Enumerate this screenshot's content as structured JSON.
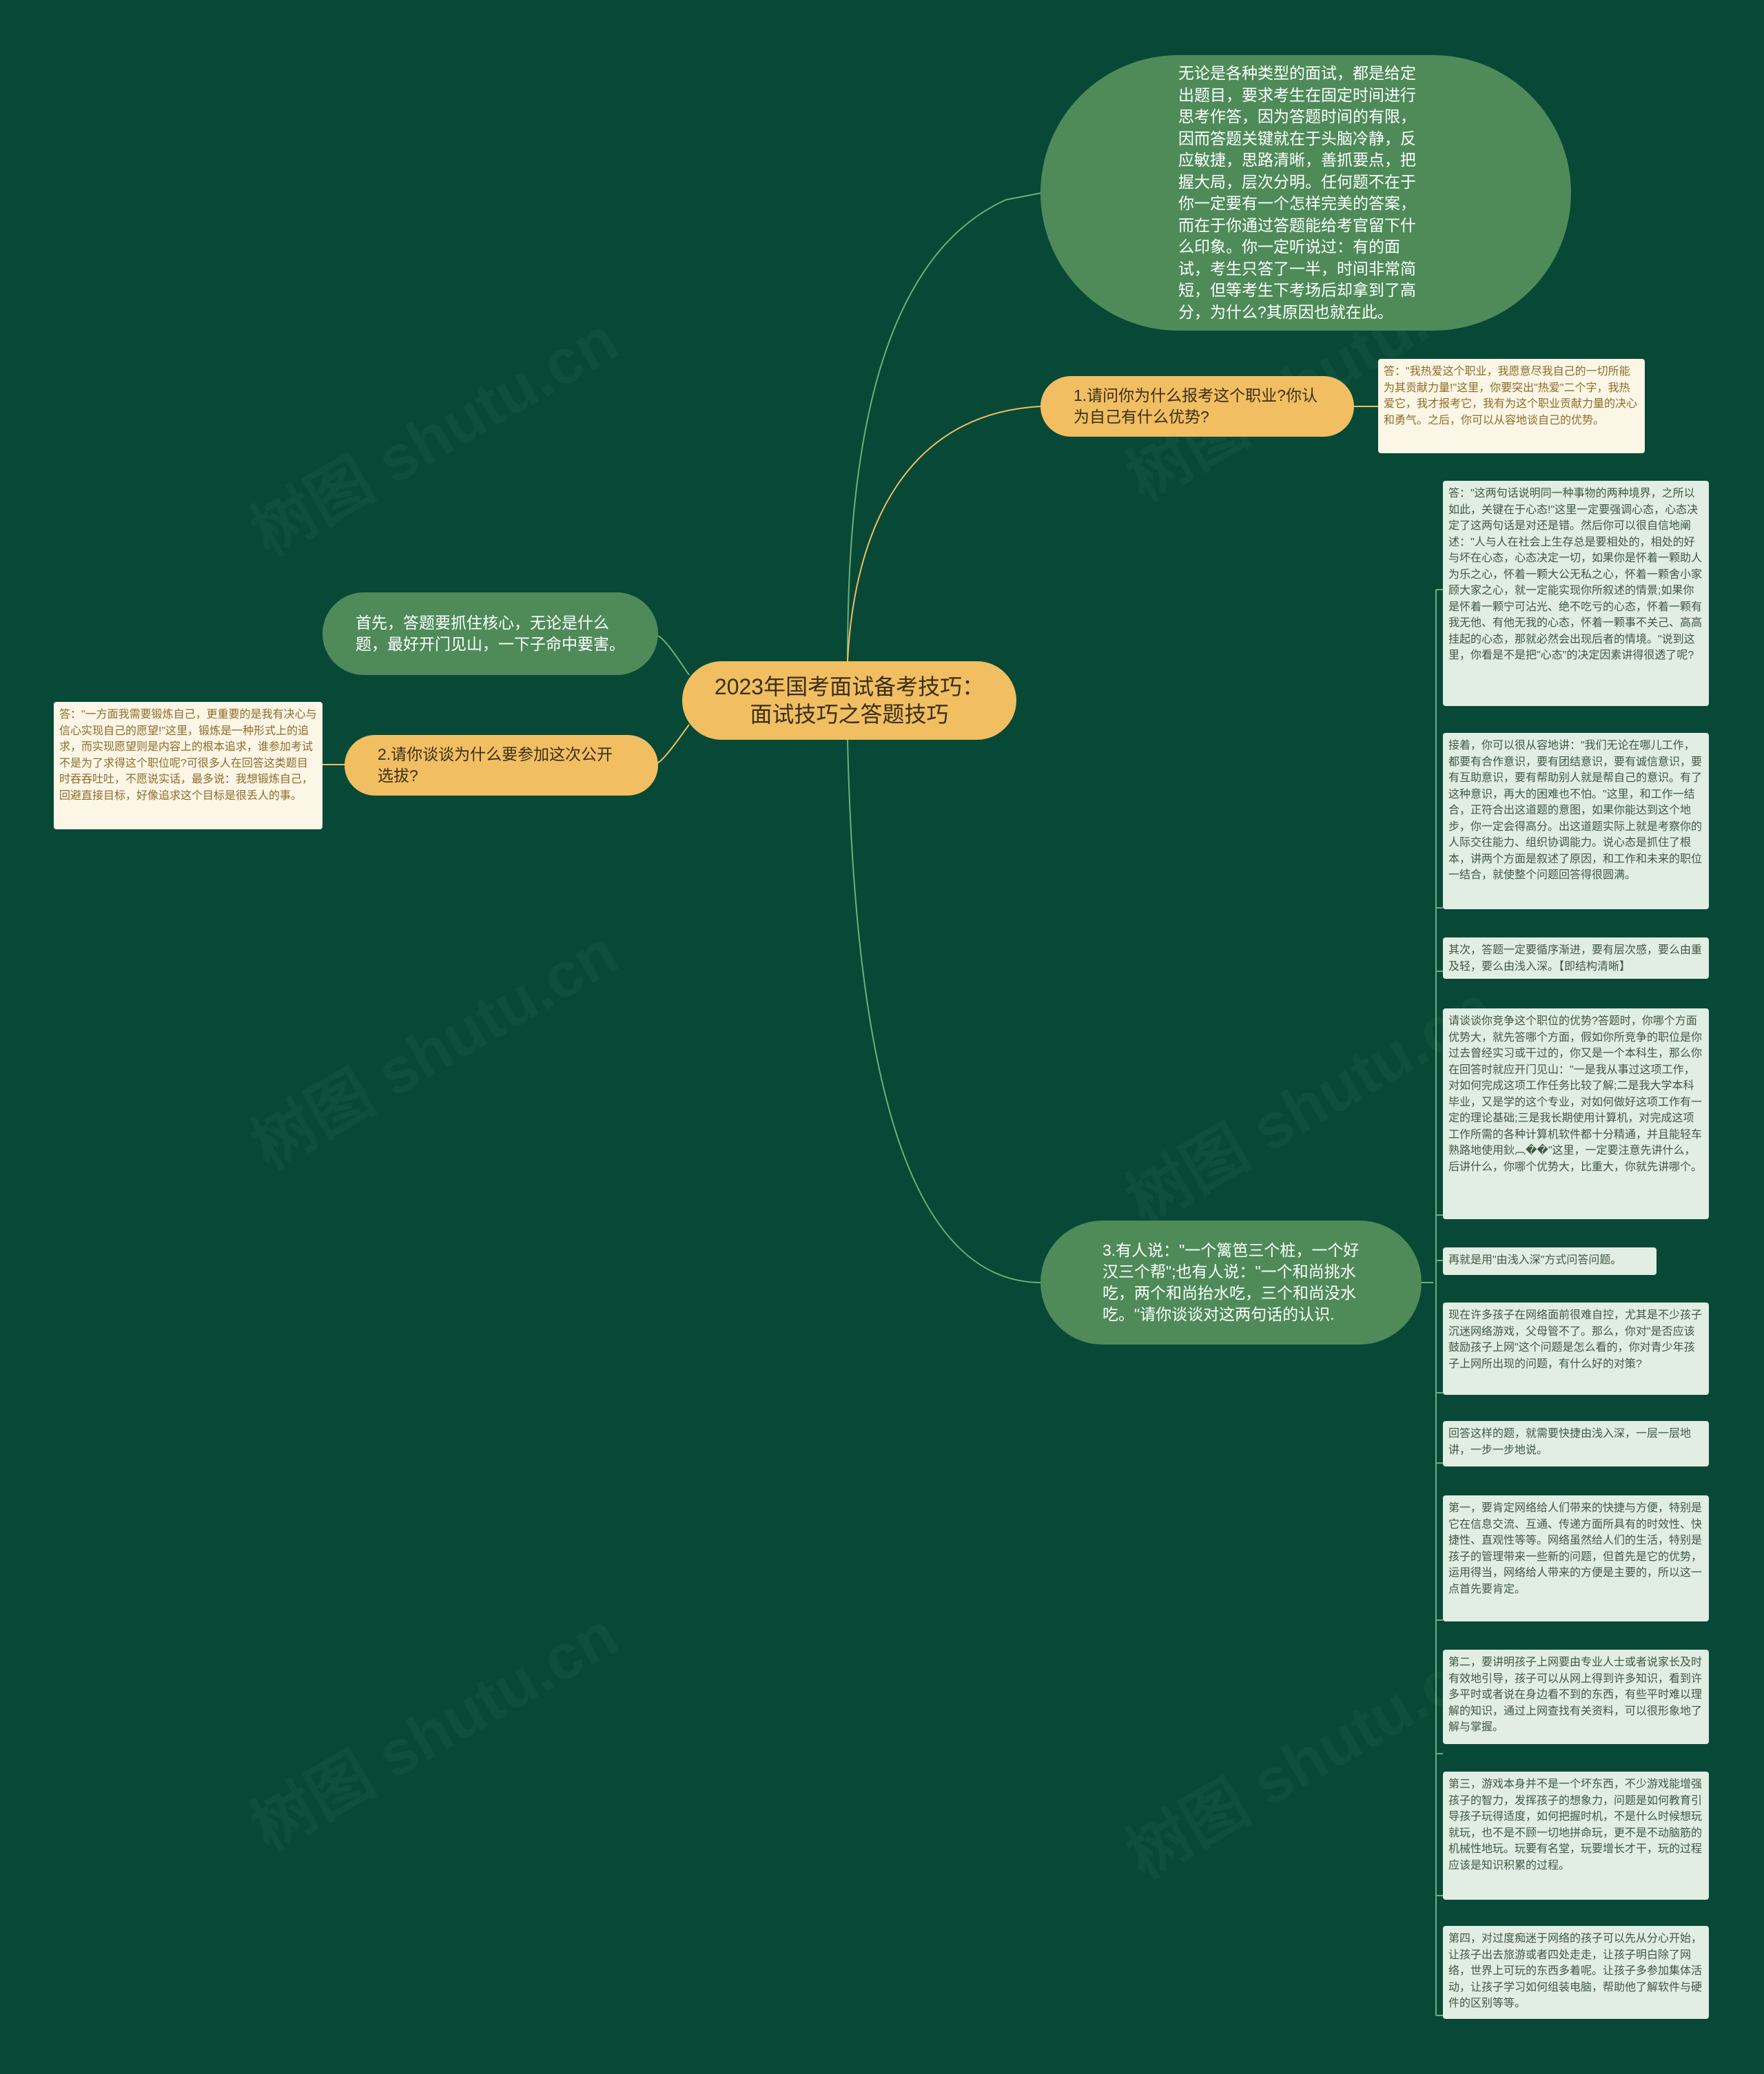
{
  "center": {
    "title": "2023年国考面试备考技巧：面试技巧之答题技巧"
  },
  "intro": {
    "text": "无论是各种类型的面试，都是给定出题目，要求考生在固定时间进行思考作答，因为答题时间的有限，因而答题关键就在于头脑冷静，反应敏捷，思路清晰，善抓要点，把握大局，层次分明。任何题不在于你一定要有一个怎样完美的答案，而在于你通过答题能给考官留下什么印象。你一定听说过：有的面试，考生只答了一半，时间非常简短，但等考生下考场后却拿到了高分，为什么?其原因也就在此。"
  },
  "q1": {
    "text": "1.请问你为什么报考这个职业?你认为自己有什么优势?",
    "answer": "答：\"我热爱这个职业，我愿意尽我自己的一切所能为其贡献力量!\"这里，你要突出\"热爱\"二个字，我热爱它，我才报考它，我有为这个职业贡献力量的决心和勇气。之后，你可以从容地谈自己的优势。"
  },
  "left1": {
    "text": "首先，答题要抓住核心，无论是什么题，最好开门见山，一下子命中要害。"
  },
  "q2": {
    "text": "2.请你谈谈为什么要参加这次公开选拔?",
    "answer": "答：\"一方面我需要锻炼自己，更重要的是我有决心与信心实现自己的愿望!\"这里，锻炼是一种形式上的追求，而实现愿望则是内容上的根本追求，谁参加考试不是为了求得这个职位呢?可很多人在回答这类题目时吞吞吐吐，不愿说实话，最多说：我想锻炼自己，回避直接目标，好像追求这个目标是很丢人的事。"
  },
  "q3": {
    "text": "3.有人说：\"一个篱笆三个桩，一个好汉三个帮\";也有人说：\"一个和尚挑水吃，两个和尚抬水吃，三个和尚没水吃。\"请你谈谈对这两句话的认识.",
    "notes": [
      "答：\"这两句话说明同一种事物的两种境界，之所以如此，关键在于心态!\"这里一定要强调心态，心态决定了这两句话是对还是错。然后你可以很自信地阐述：\"人与人在社会上生存总是要相处的，相处的好与坏在心态，心态决定一切，如果你是怀着一颗助人为乐之心，怀着一颗大公无私之心，怀着一颗舍小家顾大家之心，就一定能实现你所叙述的情景;如果你是怀着一颗宁可沾光、绝不吃亏的心态，怀着一颗有我无他、有他无我的心态，怀着一颗事不关己、高高挂起的心态，那就必然会出现后者的情境。\"说到这里，你看是不是把\"心态\"的决定因素讲得很透了呢?",
      "接着，你可以很从容地讲：\"我们无论在哪儿工作，都要有合作意识，要有团结意识，要有诚信意识，要有互助意识，要有帮助别人就是帮自己的意识。有了这种意识，再大的困难也不怕。\"这里，和工作一结合，正符合出这道题的意图，如果你能达到这个地步，你一定会得高分。出这道题实际上就是考察你的人际交往能力、组织协调能力。说心态是抓住了根本，讲两个方面是叙述了原因，和工作和未来的职位一结合，就使整个问题回答得很圆满。",
      "其次，答题一定要循序渐进，要有层次感，要么由重及轻，要么由浅入深。【即结构清晰】",
      "请谈谈你竞争这个职位的优势?答题时，你哪个方面优势大，就先答哪个方面，假如你所竞争的职位是你过去曾经实习或干过的，你又是一个本科生，那么你在回答时就应开门见山：\"一是我从事过这项工作，对如何完成这项工作任务比较了解;二是我大学本科毕业，又是学的这个专业，对如何做好这项工作有一定的理论基础;三是我长期使用计算机，对完成这项工作所需的各种计算机软件都十分精通，并且能轻车熟路地使用鈥︹��\"这里，一定要注意先讲什么，后讲什么，你哪个优势大，比重大，你就先讲哪个。",
      "再就是用\"由浅入深\"方式问答问题。",
      "现在许多孩子在网络面前很难自控，尤其是不少孩子沉迷网络游戏，父母管不了。那么，你对\"是否应该鼓励孩子上网\"这个问题是怎么看的，你对青少年孩子上网所出现的问题，有什么好的对策?",
      "回答这样的题，就需要快捷由浅入深，一层一层地讲，一步一步地说。",
      "第一，要肯定网络给人们带来的快捷与方便，特别是它在信息交流、互通、传递方面所具有的时效性、快捷性、直观性等等。网络虽然给人们的生活，特别是孩子的管理带来一些新的问题，但首先是它的优势，运用得当，网络给人带来的方便是主要的，所以这一点首先要肯定。",
      "第二，要讲明孩子上网要由专业人士或者说家长及时有效地引导，孩子可以从网上得到许多知识，看到许多平时或者说在身边看不到的东西，有些平时难以理解的知识，通过上网查找有关资料，可以很形象地了解与掌握。",
      "第三，游戏本身并不是一个坏东西，不少游戏能增强孩子的智力，发挥孩子的想象力，问题是如何教育引导孩子玩得适度，如何把握时机，不是什么时候想玩就玩，也不是不顾一切地拼命玩，更不是不动脑筋的机械性地玩。玩要有名堂，玩要增长才干，玩的过程应该是知识积累的过程。",
      "第四，对过度痴迷于网络的孩子可以先从分心开始，让孩子出去旅游或者四处走走，让孩子明白除了网络，世界上可玩的东西多着呢。让孩子多参加集体活动，让孩子学习如何组装电脑，帮助他了解软件与硬件的区别等等。"
    ]
  },
  "watermark": "树图 shutu.cn",
  "colors": {
    "background": "#074936",
    "green_node": "#4e8b59",
    "orange_node": "#f1be62",
    "link_green": "#6fae79",
    "link_orange": "#f1be62"
  }
}
